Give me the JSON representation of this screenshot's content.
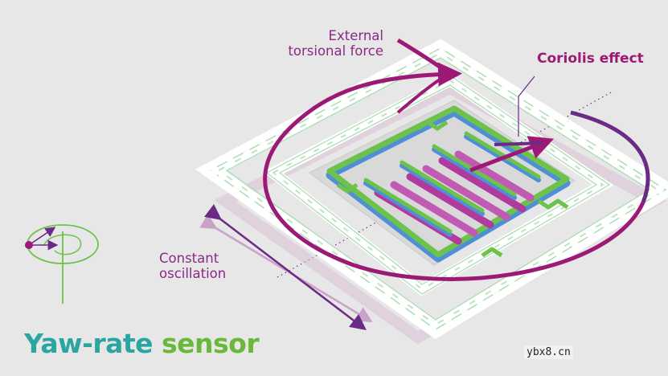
{
  "labels": {
    "external_force_line1": "External",
    "external_force_line2": "torsional force",
    "coriolis": "Coriolis effect",
    "oscillation_line1": "Constant",
    "oscillation_line2": "oscillation"
  },
  "title": {
    "part1": "Yaw-rate",
    "part2": " sensor"
  },
  "watermark": "ybx8.cn",
  "colors": {
    "background": "#e7e7e7",
    "frame_outline": "#a7dcae",
    "comb_green": "#6cc24a",
    "comb_blue": "#4f8fd6",
    "comb_magenta": "#b03a9e",
    "arrow_dark": "#9c1a76",
    "arrow_purple": "#6a2a86",
    "title_teal": "#2aa5a0",
    "title_green": "#6ab83a"
  }
}
